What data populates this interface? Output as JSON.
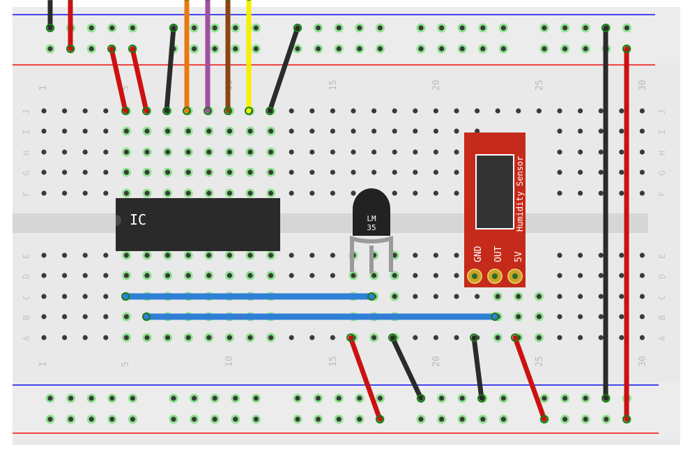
{
  "breadboard": {
    "column_numbers": [
      "1",
      "5",
      "10",
      "15",
      "20",
      "25",
      "30"
    ],
    "row_letters_top": [
      "J",
      "I",
      "H",
      "G",
      "F"
    ],
    "row_letters_bottom": [
      "E",
      "D",
      "C",
      "B",
      "A"
    ]
  },
  "components": {
    "ic_label": "IC",
    "sensor_chip_line1": "LM",
    "sensor_chip_line2": "35",
    "humidity_title": "Humidity Sensor",
    "pin_gnd": "GND",
    "pin_out": "OUT",
    "pin_5v": "5V"
  },
  "colors": {
    "board": "#e8e8e8",
    "rail_blue": "#4444ee",
    "rail_red": "#ee4444",
    "hole": "#3a3a3a",
    "hole_connected": "#7fe07f",
    "wire_black": "#2b2b2b",
    "wire_red": "#cc1111",
    "wire_orange": "#e87a12",
    "wire_purple": "#a050a0",
    "wire_brown": "#8b4513",
    "wire_yellow": "#f4f000",
    "wire_blue": "#2f7fd6",
    "ic_body": "#2a2a2a",
    "sensor_red": "#c52a1a"
  }
}
